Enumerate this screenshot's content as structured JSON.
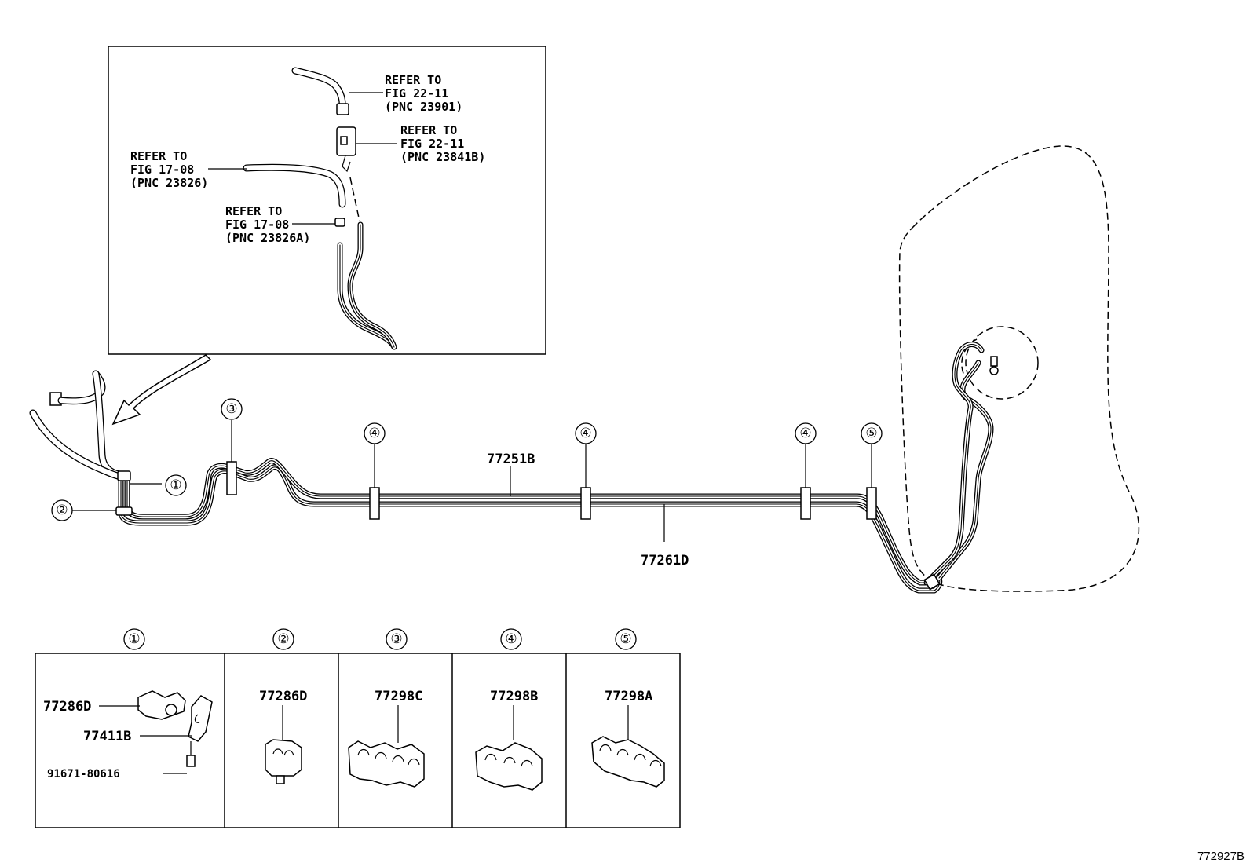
{
  "inset": {
    "refs": [
      {
        "id": "ref-23901",
        "lines": [
          "REFER TO",
          "FIG 22-11",
          "(PNC 23901)"
        ]
      },
      {
        "id": "ref-23841b",
        "lines": [
          "REFER TO",
          "FIG 22-11",
          "(PNC 23841B)"
        ]
      },
      {
        "id": "ref-23826",
        "lines": [
          "REFER TO",
          "FIG 17-08",
          "(PNC 23826)"
        ]
      },
      {
        "id": "ref-23826a",
        "lines": [
          "REFER TO",
          "FIG 17-08",
          "(PNC 23826A)"
        ]
      }
    ]
  },
  "main": {
    "tube_upper": "77251B",
    "tube_lower": "77261D",
    "callouts": [
      "①",
      "②",
      "③",
      "④",
      "④",
      "④",
      "⑤"
    ]
  },
  "legend": {
    "headers": [
      "①",
      "②",
      "③",
      "④",
      "⑤"
    ],
    "cell1": {
      "p1": "77286D",
      "p2": "77411B",
      "p3": "91671-80616"
    },
    "cell2": {
      "p1": "77286D"
    },
    "cell3": {
      "p1": "77298C"
    },
    "cell4": {
      "p1": "77298B"
    },
    "cell5": {
      "p1": "77298A"
    }
  },
  "illustration_code": "772927B"
}
